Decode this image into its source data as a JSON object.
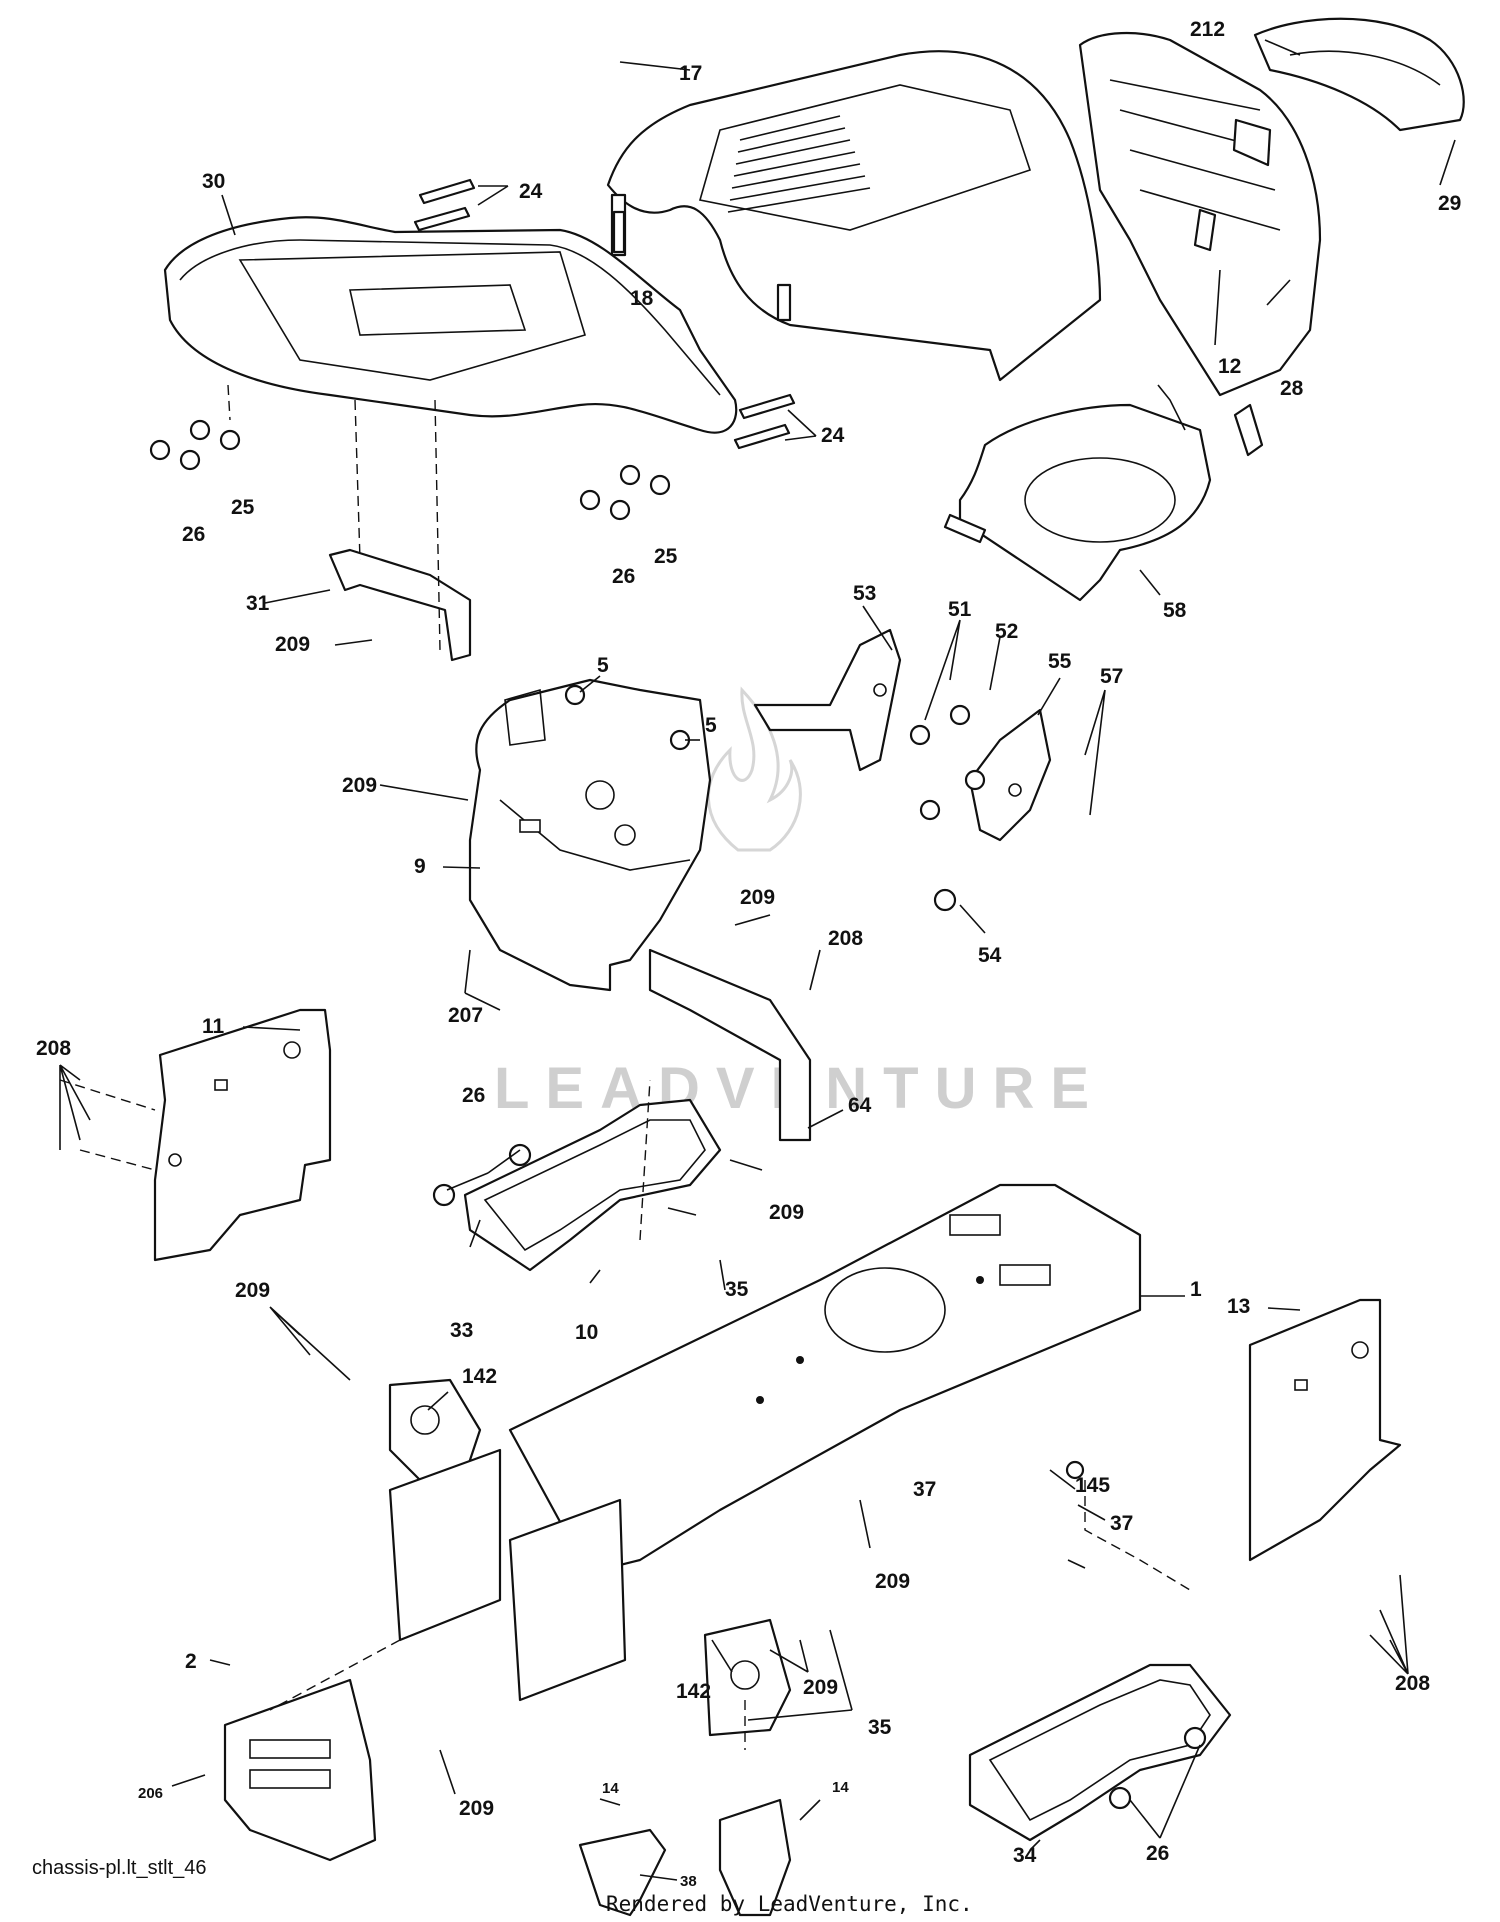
{
  "callouts": {
    "c1": "1",
    "c2": "2",
    "c5a": "5",
    "c5b": "5",
    "c9": "9",
    "c10": "10",
    "c11": "11",
    "c12": "12",
    "c13": "13",
    "c14a": "14",
    "c14b": "14",
    "c17": "17",
    "c18": "18",
    "c24a": "24",
    "c24b": "24",
    "c25a": "25",
    "c25b": "25",
    "c26a": "26",
    "c26b": "26",
    "c26c": "26",
    "c26d": "26",
    "c28": "28",
    "c29": "29",
    "c30": "30",
    "c31": "31",
    "c33": "33",
    "c34": "34",
    "c35a": "35",
    "c35b": "35",
    "c37a": "37",
    "c37b": "37",
    "c38": "38",
    "c51": "51",
    "c52": "52",
    "c53": "53",
    "c54": "54",
    "c55": "55",
    "c57": "57",
    "c58": "58",
    "c64": "64",
    "c142a": "142",
    "c142b": "142",
    "c145": "145",
    "c206": "206",
    "c207": "207",
    "c208a": "208",
    "c208b": "208",
    "c208c": "208",
    "c209a": "209",
    "c209b": "209",
    "c209c": "209",
    "c209d": "209",
    "c209e": "209",
    "c209f": "209",
    "c209g": "209",
    "c209h": "209",
    "c212": "212"
  },
  "footer": {
    "drawing_id": "chassis-pl.lt_stlt_46",
    "credit": "Rendered by LeadVenture, Inc."
  },
  "watermark": {
    "text": "LEADVENTURE"
  }
}
